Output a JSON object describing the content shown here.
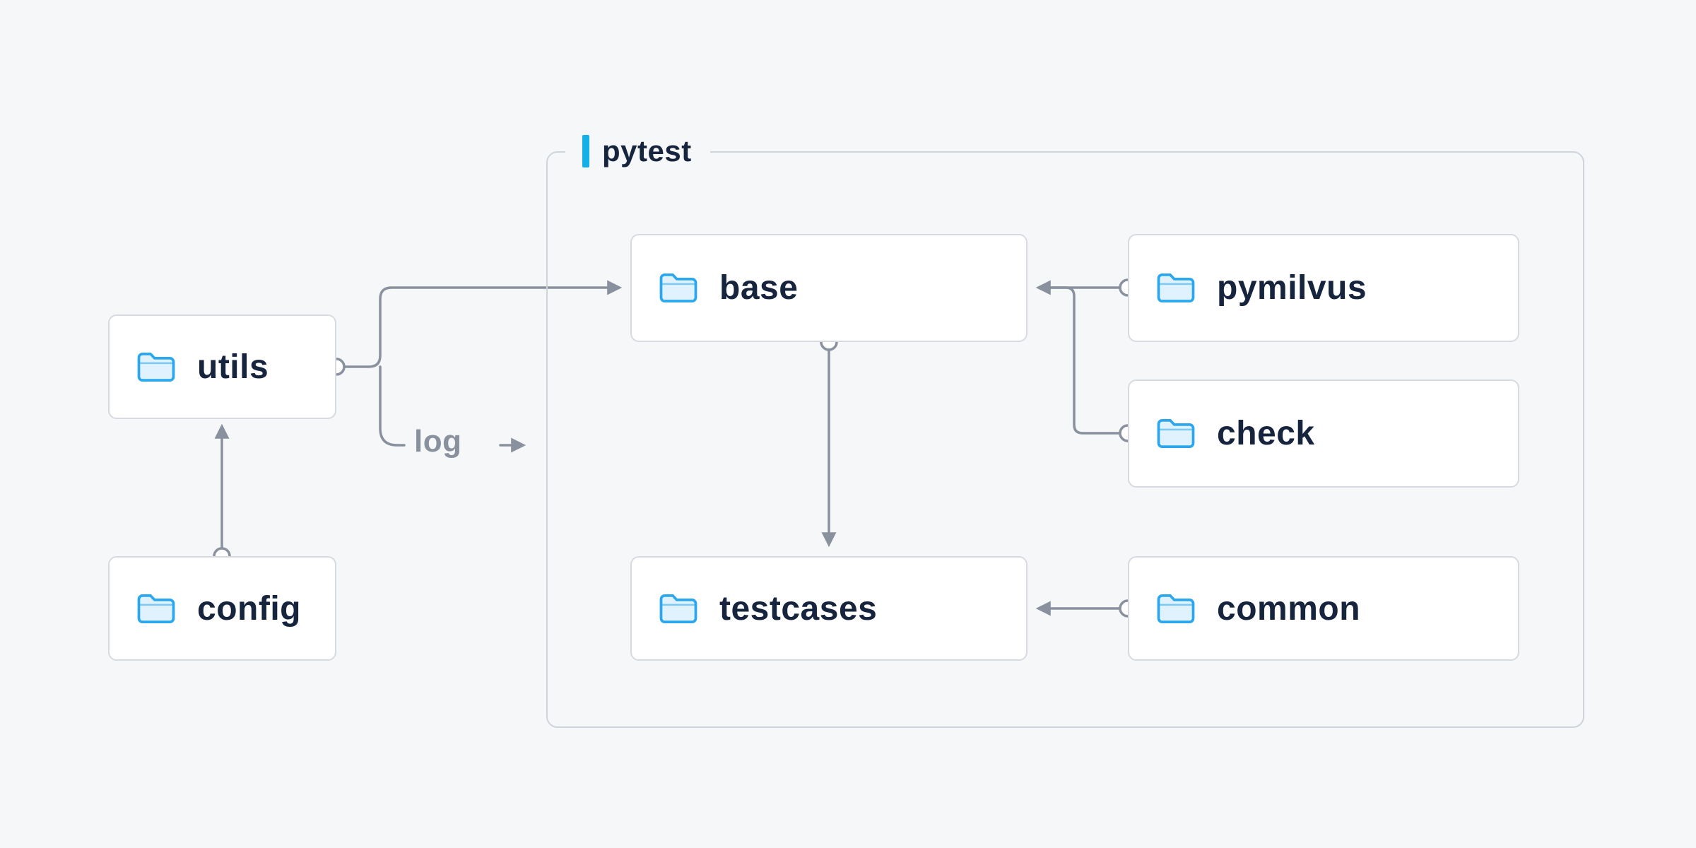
{
  "diagram": {
    "background_color": "#f6f7f8",
    "accent_color": "#14b1e7",
    "line_color": "#8a919e",
    "text_color": "#16243d",
    "node_border_color": "#d7dae1",
    "folder_icon_color": "#2ba7ee",
    "container": {
      "label": "pytest"
    },
    "nodes": {
      "utils": {
        "label": "utils",
        "icon": "folder-icon"
      },
      "config": {
        "label": "config",
        "icon": "folder-icon"
      },
      "base": {
        "label": "base",
        "icon": "folder-icon"
      },
      "pymilvus": {
        "label": "pymilvus",
        "icon": "folder-icon"
      },
      "check": {
        "label": "check",
        "icon": "folder-icon"
      },
      "testcases": {
        "label": "testcases",
        "icon": "folder-icon"
      },
      "common": {
        "label": "common",
        "icon": "folder-icon"
      }
    },
    "edges": {
      "log_label": "log",
      "connections": [
        {
          "from": "config",
          "to": "utils"
        },
        {
          "from": "utils",
          "to": "base"
        },
        {
          "from": "utils",
          "to": "log"
        },
        {
          "from": "pymilvus",
          "to": "base"
        },
        {
          "from": "check",
          "to": "base"
        },
        {
          "from": "base",
          "to": "testcases"
        },
        {
          "from": "common",
          "to": "testcases"
        }
      ]
    }
  }
}
